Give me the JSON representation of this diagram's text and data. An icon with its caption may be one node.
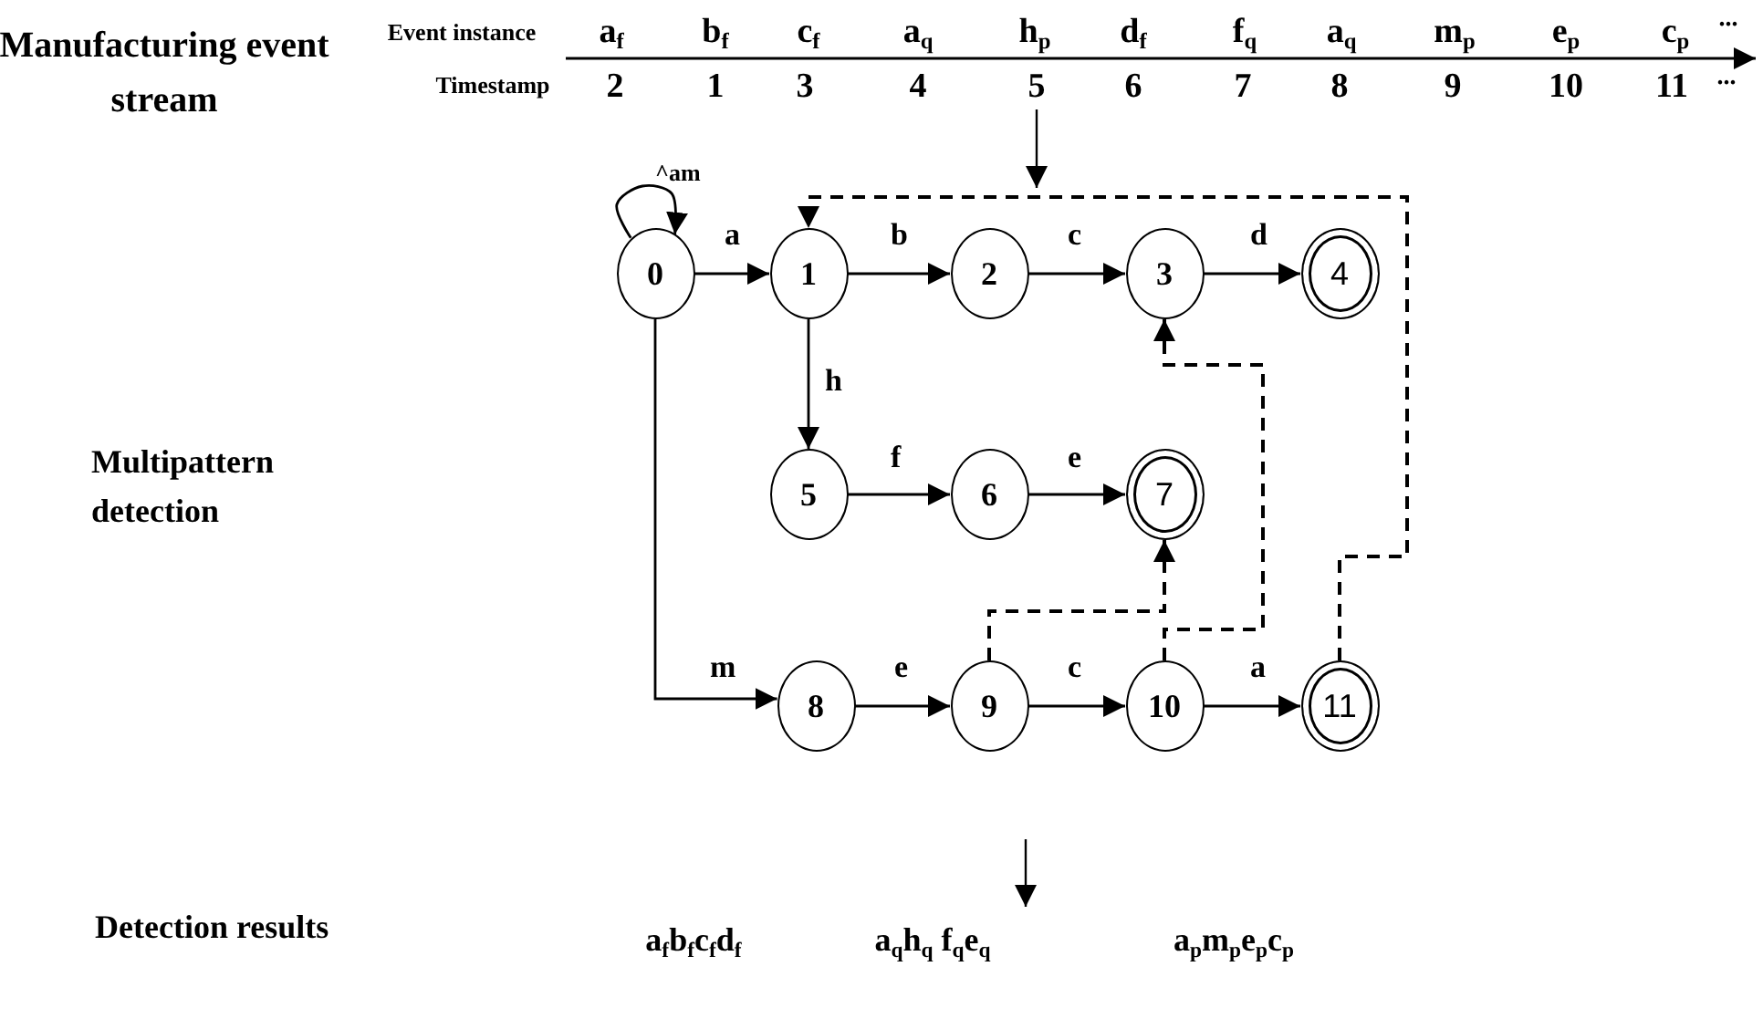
{
  "diagram": {
    "nodes": [
      {
        "text": [
          "0"
        ]
      },
      {
        "text": [
          "1"
        ]
      },
      {
        "text": [
          "2"
        ]
      },
      {
        "text": [
          "3"
        ]
      },
      {
        "text": [
          "4"
        ]
      },
      {
        "text": [
          "5"
        ]
      },
      {
        "text": [
          "6"
        ]
      },
      {
        "text": [
          "7"
        ]
      },
      {
        "text": [
          "8"
        ]
      },
      {
        "text": [
          "9"
        ]
      },
      {
        "text": [
          "10"
        ]
      },
      {
        "text": [
          "11"
        ]
      }
    ],
    "edges": [
      {
        "from": 0,
        "to": 0,
        "arrow": "to",
        "label": "^am"
      },
      {
        "from": 0,
        "to": 1,
        "arrow": "to",
        "label": "a"
      },
      {
        "from": 1,
        "to": 2,
        "arrow": "to",
        "label": "b"
      },
      {
        "from": 2,
        "to": 3,
        "arrow": "to",
        "label": "c"
      },
      {
        "from": 3,
        "to": 4,
        "arrow": "to",
        "label": "d"
      },
      {
        "from": 1,
        "to": 5,
        "arrow": "to",
        "label": "h"
      },
      {
        "from": 5,
        "to": 6,
        "arrow": "to",
        "label": "f"
      },
      {
        "from": 6,
        "to": 7,
        "arrow": "to",
        "label": "e"
      },
      {
        "from": 0,
        "to": 8,
        "arrow": "to",
        "label": "m"
      },
      {
        "from": 8,
        "to": 9,
        "arrow": "to",
        "label": "e"
      },
      {
        "from": 9,
        "to": 10,
        "arrow": "to",
        "label": "c"
      },
      {
        "from": 10,
        "to": 11,
        "arrow": "to",
        "label": "a"
      },
      {
        "from": 11,
        "to": 1,
        "arrow": "to",
        "style": "dashed"
      },
      {
        "from": 10,
        "to": 3,
        "arrow": "to",
        "style": "dashed"
      },
      {
        "from": 9,
        "to": 7,
        "arrow": "to",
        "style": "dashed"
      }
    ],
    "labels": [
      "Manufacturing event stream",
      "Event instance",
      "a$_{f}$",
      "b$_{f}$",
      "c$_{f}$",
      "a$_{q}$",
      "h$_{p}$",
      "d$_{f}$",
      "f$_{q}$",
      "a$_{q}$",
      "m$_{p}$",
      "e$_{p}$",
      "c$_{p}$",
      "...",
      "Timestamp",
      "2",
      "1",
      "3",
      "4",
      "5",
      "6",
      "7",
      "8",
      "9",
      "10",
      "11",
      "...",
      "Multipattern detection",
      "Detection results",
      "a$_{f}$b$_{f}$c$_{f}$d$_{f}$",
      "a$_{q}$h$_{q}$ f$_{q}$e$_{q}$",
      "a$_{p}$m$_{p}$e$_{p}$c$_{p}$"
    ]
  }
}
